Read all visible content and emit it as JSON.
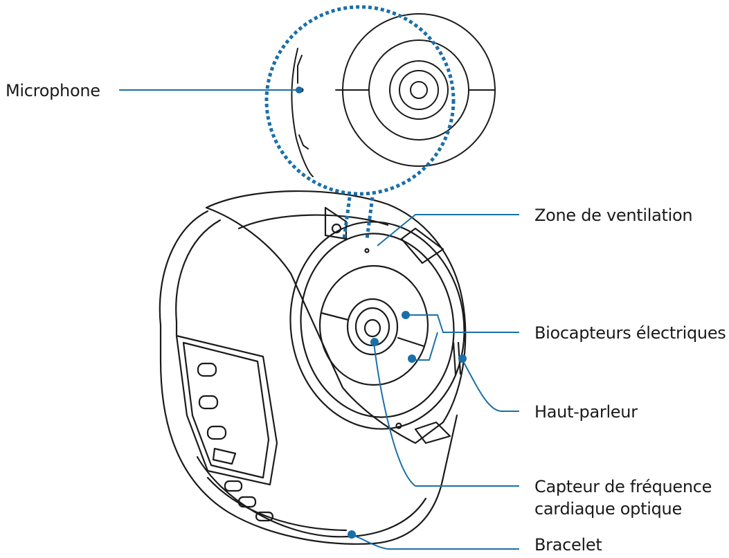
{
  "diagram": {
    "labels": {
      "microphone": "Microphone",
      "ventilation": "Zone de ventilation",
      "biosensors": "Biocapteurs électriques",
      "speaker": "Haut-parleur",
      "hr_sensor_line1": "Capteur de fréquence",
      "hr_sensor_line2": "cardiaque optique",
      "strap": "Bracelet"
    },
    "colors": {
      "leader": "#1a6fa8",
      "outline": "#1a1a1a",
      "dotted_callout": "#1a6fa8"
    }
  }
}
